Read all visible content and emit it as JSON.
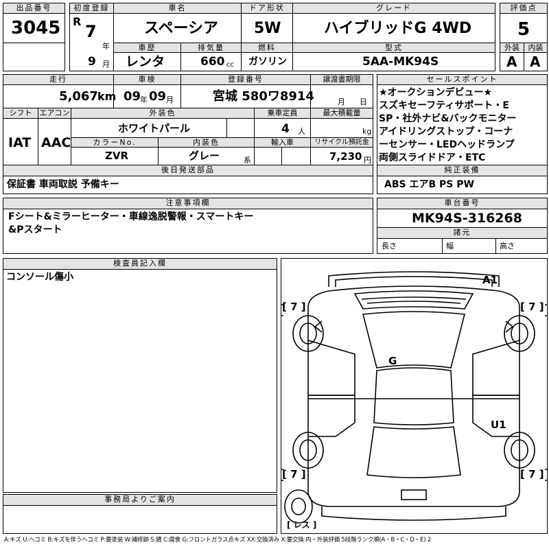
{
  "headers": {
    "lot": "出品番号",
    "first_reg": "初度登録",
    "car_name": "車名",
    "door": "ドア形状",
    "grade": "グレード",
    "score": "評価点",
    "history": "車歴",
    "displacement": "排気量",
    "fuel": "燃料",
    "model": "型式",
    "exterior": "外装",
    "interior": "内装",
    "mileage": "走行",
    "inspection": "車検",
    "reg_number": "登録番号",
    "transfer": "譲渡書期限",
    "selling_points": "セールスポイント",
    "shift": "シフト",
    "aircon": "エアコン",
    "ext_color": "外装色",
    "capacity": "乗車定員",
    "max_load": "最大積載量",
    "color_no": "カラーNo.",
    "int_color": "内装色",
    "import": "輸入車",
    "recycle": "リサイクル預託金",
    "later_parts": "後日発送部品",
    "equipment": "純正装備",
    "notes": "注意事項欄",
    "chassis": "車台番号",
    "specs": "諸元",
    "inspector": "検査員記入欄",
    "office": "事務局よりご案内"
  },
  "values": {
    "lot": "3045",
    "era": "R",
    "year": "7",
    "year_unit": "年",
    "month": "9",
    "month_unit": "月",
    "car_name": "スペーシア",
    "door": "5W",
    "grade": "ハイブリッドG 4WD",
    "score": "5",
    "history": "レンタ",
    "displacement": "660",
    "cc": "cc",
    "fuel": "ガソリン",
    "model": "5AA-MK94S",
    "exterior": "A",
    "interior": "A",
    "mileage": "5,067",
    "km": "km",
    "insp_year": "09",
    "insp_year_unit": "年",
    "insp_month": "09",
    "insp_month_unit": "月",
    "reg_number": "宮城 580ワ8914",
    "transfer_month": "月",
    "transfer_day": "日",
    "shift": "IAT",
    "aircon": "AAC",
    "ext_color": "ホワイトパール",
    "capacity": "4",
    "capacity_unit": "人",
    "load_unit": "kg",
    "color_no": "ZVR",
    "int_color": "グレー",
    "int_color_unit": "系",
    "recycle": "7,230",
    "yen": "円",
    "later_parts": "保証書 車両取説 予備キー",
    "equipment": "ABS エアB PS PW",
    "chassis": "MK94S-316268",
    "length": "長さ",
    "width": "幅",
    "height": "高さ",
    "inspector_note": "コンソール傷小"
  },
  "selling_points": [
    "★オークションデビュー★",
    "スズキセーフティサポート・E",
    "SP・社外ナビ&バックモニター",
    "アイドリングストップ・コーナ",
    "ーセンサー・LEDヘッドランプ",
    "両側スライドドア・ETC"
  ],
  "notes": [
    "Fシート&ミラーヒーター・車線逸脱警報・スマートキー",
    "&Pスタート"
  ],
  "diagram": {
    "label_a1": "A1",
    "label_g": "G",
    "label_u1": "U1",
    "tire_fl": "[ 7 ]",
    "tire_fr": "[ 7 ]",
    "tire_rl": "[ 7 ]",
    "tire_rr": "[ 7 ]",
    "spare": "[ レス ]"
  },
  "legend": "A:キズ U:ヘコミ B:キズを伴うヘコミ P:要塗装 W:補修跡 S:錆 C:腐食 G:フロントガラス点キズ XX:交換済み X:要交換 内・外装評価 5段階ランク順(A・B・C・D・E) 2"
}
